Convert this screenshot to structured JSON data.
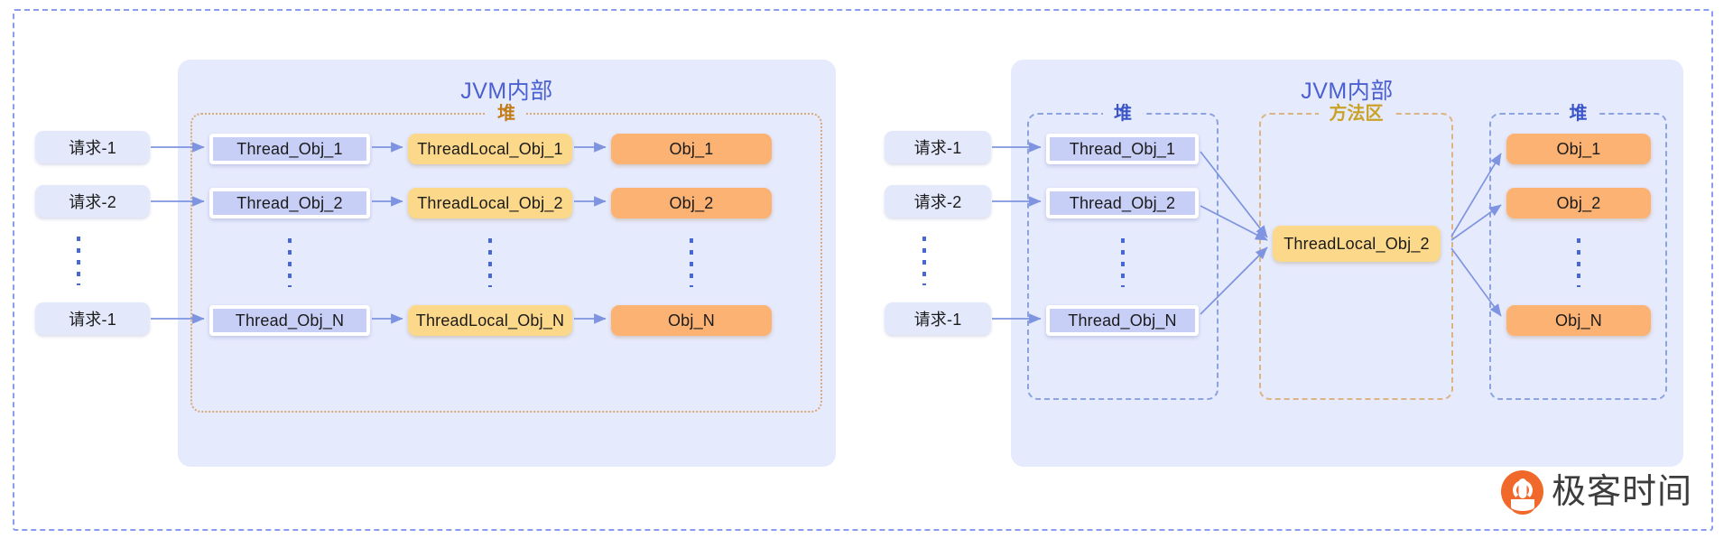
{
  "diagram": {
    "title": "ThreadLocal memory layout comparison",
    "colors": {
      "outer_border": "#8a9cf0",
      "panel_bg": "#e6eafd",
      "panel_title": "#4a5fd0",
      "heap_label_orange": "#c27c18",
      "heap_label_blue": "#3a55c8",
      "method_area_label": "#c9a227",
      "request_box": "#e4e8fb",
      "thread_box": "#c7cff6",
      "threadlocal_box": "#fcd98a",
      "obj_box": "#fbb273",
      "arrow": "#7e94e0",
      "logo_orange": "#f0682a"
    },
    "ellipsis_glyph": "vertical-dots"
  },
  "left_panel": {
    "title": "JVM内部",
    "region": {
      "label": "堆",
      "style": "dotted-orange"
    },
    "requests": [
      {
        "label": "请求-1"
      },
      {
        "label": "请求-2"
      },
      {
        "label": "请求-1"
      }
    ],
    "threads": [
      {
        "label": "Thread_Obj_1"
      },
      {
        "label": "Thread_Obj_2"
      },
      {
        "label": "Thread_Obj_N"
      }
    ],
    "threadlocals": [
      {
        "label": "ThreadLocal_Obj_1"
      },
      {
        "label": "ThreadLocal_Obj_2"
      },
      {
        "label": "ThreadLocal_Obj_N"
      }
    ],
    "objects": [
      {
        "label": "Obj_1"
      },
      {
        "label": "Obj_2"
      },
      {
        "label": "Obj_N"
      }
    ]
  },
  "right_panel": {
    "title": "JVM内部",
    "regions": {
      "heap_left": {
        "label": "堆",
        "style": "dashed-blue"
      },
      "method_area": {
        "label": "方法区",
        "style": "dashed-orange"
      },
      "heap_right": {
        "label": "堆",
        "style": "dashed-blue"
      }
    },
    "requests": [
      {
        "label": "请求-1"
      },
      {
        "label": "请求-2"
      },
      {
        "label": "请求-1"
      }
    ],
    "threads": [
      {
        "label": "Thread_Obj_1"
      },
      {
        "label": "Thread_Obj_2"
      },
      {
        "label": "Thread_Obj_N"
      }
    ],
    "shared_threadlocal": {
      "label": "ThreadLocal_Obj_2"
    },
    "objects": [
      {
        "label": "Obj_1"
      },
      {
        "label": "Obj_2"
      },
      {
        "label": "Obj_N"
      }
    ]
  },
  "watermark": {
    "brand": "极客时间",
    "mark": "geektime-logo"
  }
}
